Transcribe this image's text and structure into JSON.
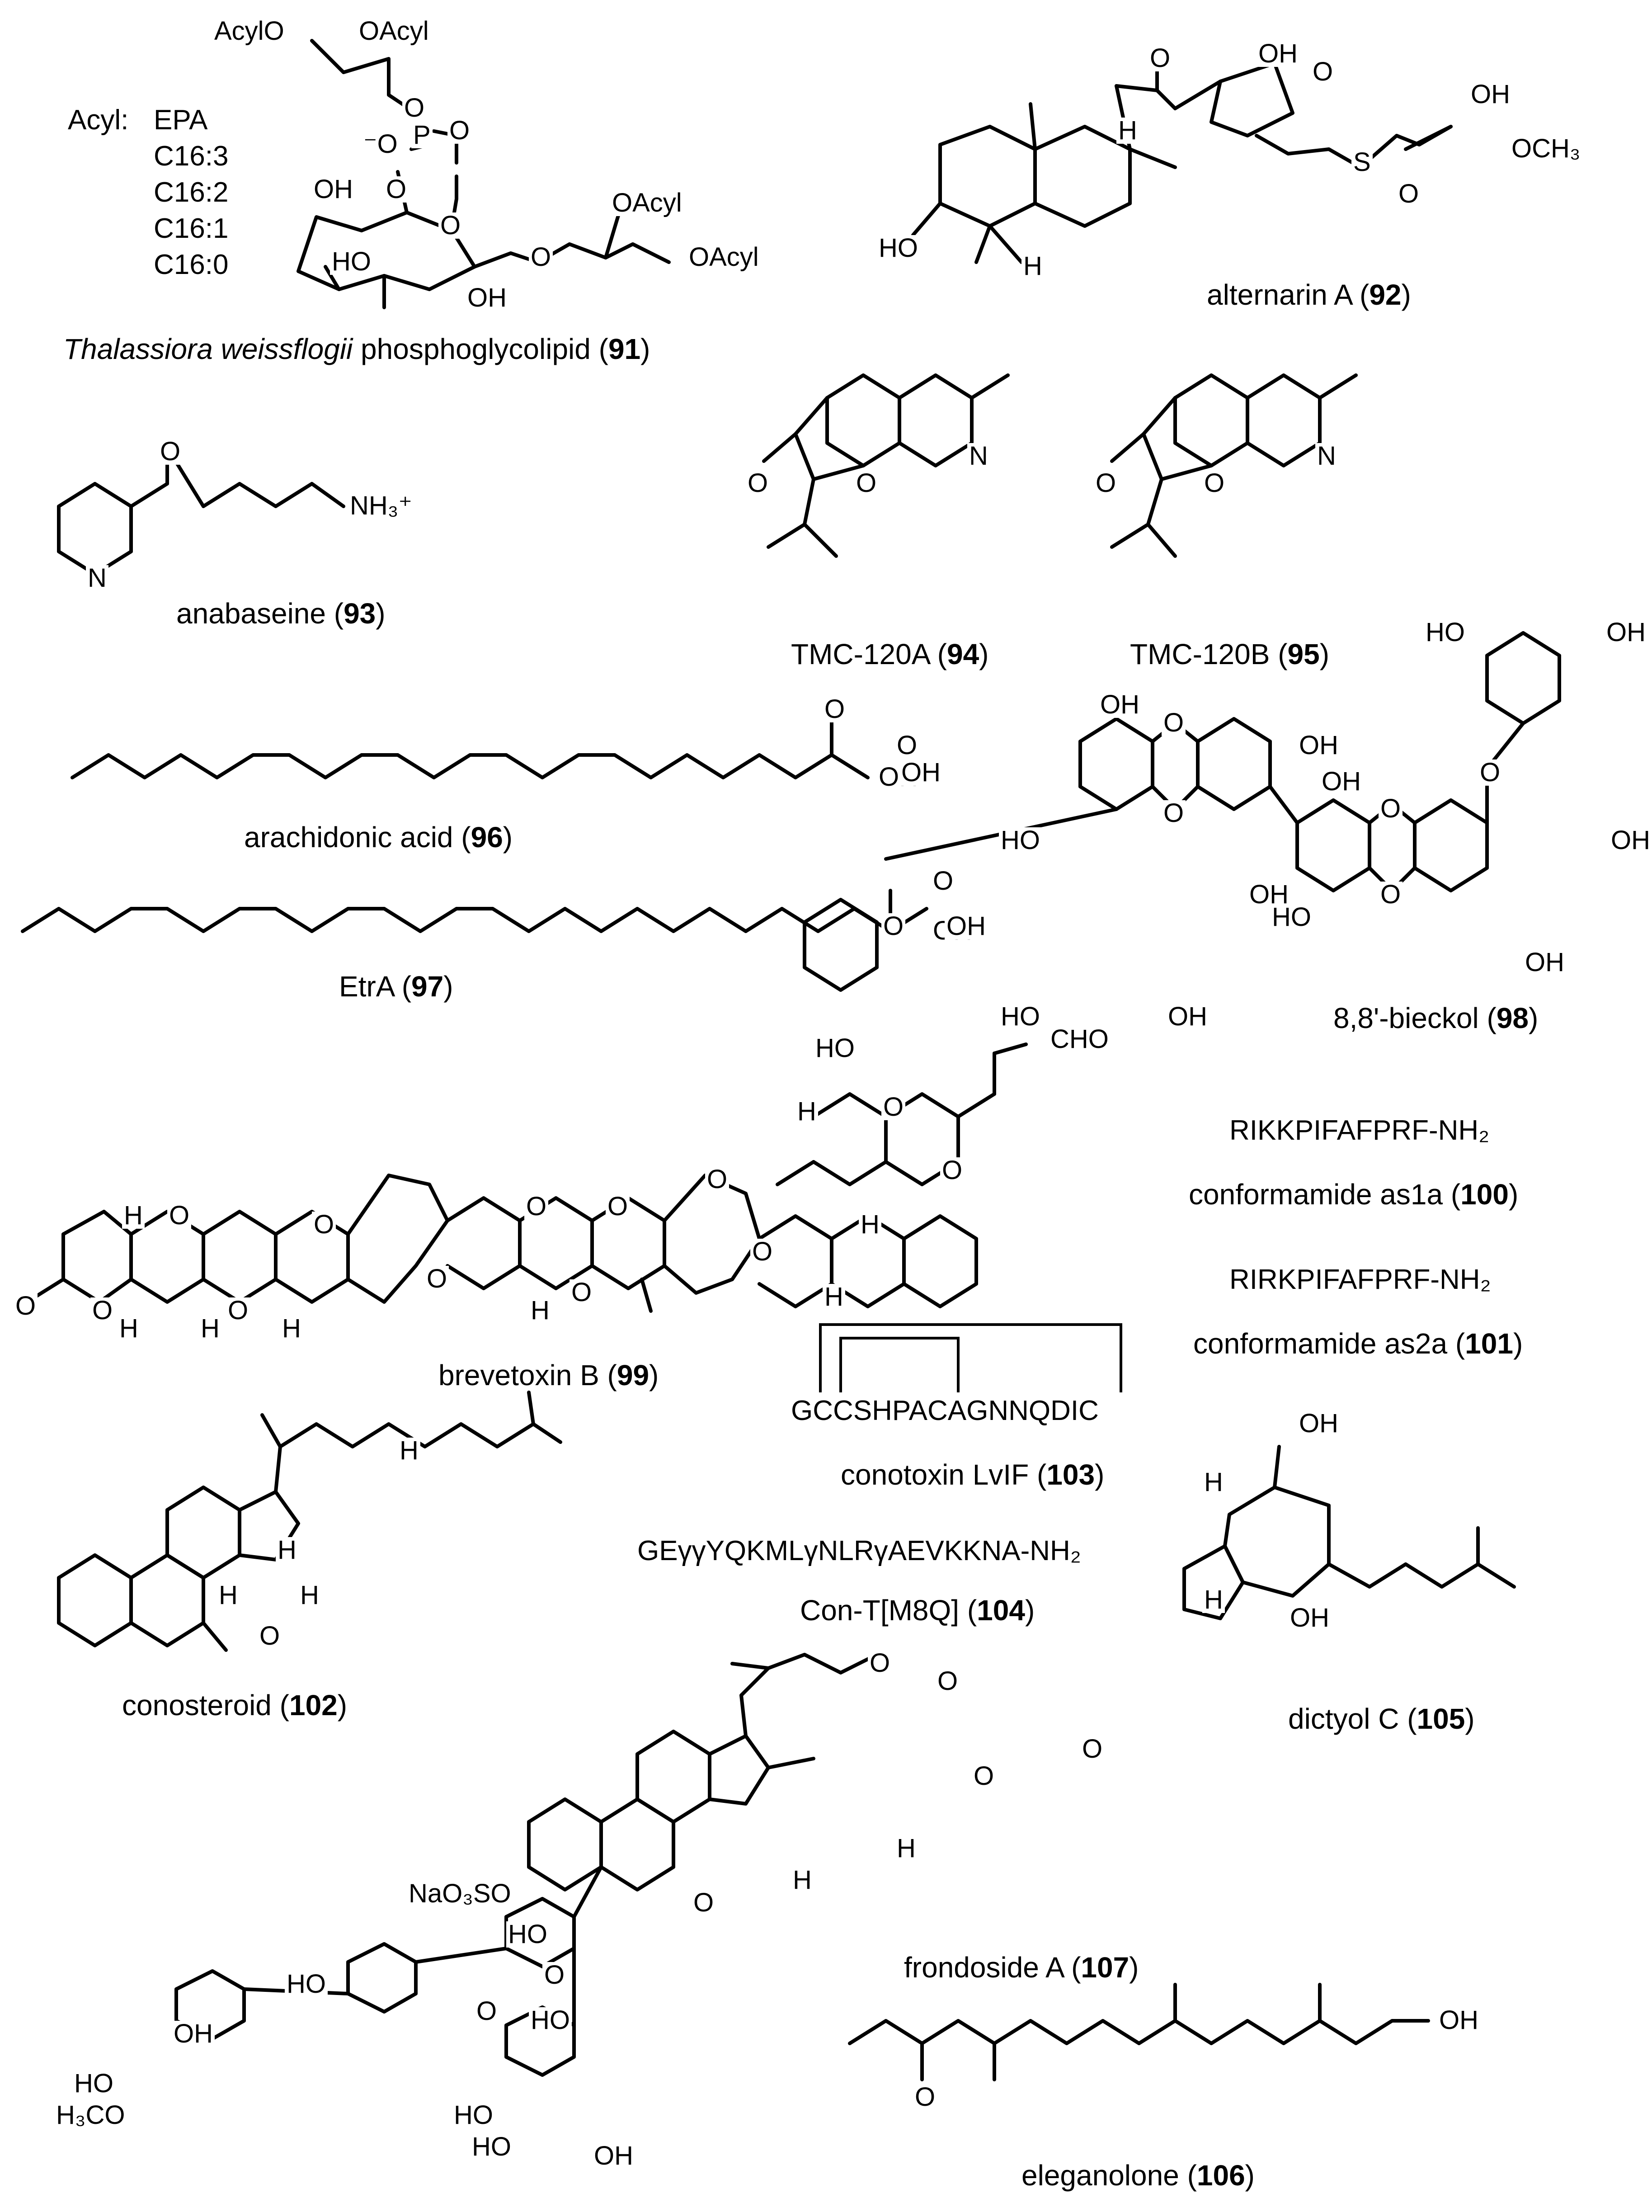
{
  "compounds": [
    {
      "id": "91",
      "pre_italic": "Thalassiora weissflogii",
      "name": "phosphoglycolipid"
    },
    {
      "id": "92",
      "name": "alternarin A"
    },
    {
      "id": "93",
      "name": "anabaseine"
    },
    {
      "id": "94",
      "name": "TMC-120A"
    },
    {
      "id": "95",
      "name": "TMC-120B"
    },
    {
      "id": "96",
      "name": "arachidonic acid"
    },
    {
      "id": "97",
      "name": "EtrA"
    },
    {
      "id": "98",
      "name": "8,8'-bieckol"
    },
    {
      "id": "99",
      "name": "brevetoxin B"
    },
    {
      "id": "100",
      "name": "conformamide as1a",
      "sequence": "RIKKPIFAFPRF-NH₂"
    },
    {
      "id": "101",
      "name": "conformamide as2a",
      "sequence": "RIRKPIFAFPRF-NH₂"
    },
    {
      "id": "102",
      "name": "conosteroid"
    },
    {
      "id": "103",
      "name": "conotoxin LvIF",
      "sequence": "GCCSHPACAGNNQDIC"
    },
    {
      "id": "104",
      "name": "Con-T[M8Q]",
      "sequence": "GEγγYQKMLγNLRγAEVKKNA-NH₂"
    },
    {
      "id": "105",
      "name": "dictyol C"
    },
    {
      "id": "106",
      "name": "eleganolone"
    },
    {
      "id": "107",
      "name": "frondoside A"
    }
  ],
  "acyl_legend": {
    "heading": "Acyl:",
    "items": [
      "EPA",
      "C16:3",
      "C16:2",
      "C16:1",
      "C16:0"
    ]
  },
  "atoms": {
    "acylo": "AcylO",
    "oacyl": "OAcyl",
    "o": "O",
    "o_minus": "⁻O",
    "p": "P",
    "oh": "OH",
    "ho": "HO",
    "h": "H",
    "n": "N",
    "s": "S",
    "och3": "OCH₃",
    "nh3": "NH₃⁺",
    "cho": "CHO",
    "naso3so": "NaO₃SO",
    "h3co": "H₃CO"
  }
}
